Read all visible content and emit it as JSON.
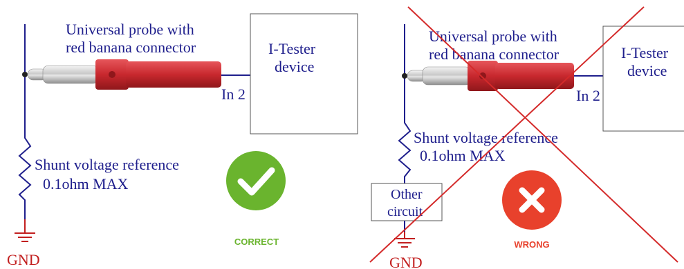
{
  "correct_panel": {
    "probe_label_line1": "Universal probe with",
    "probe_label_line2": "red banana connector",
    "device_line1": "I-Tester",
    "device_line2": "device",
    "input_label": "In 2",
    "shunt_line1": "Shunt voltage reference",
    "shunt_line2": "0.1ohm MAX",
    "ground_label": "GND",
    "status_label": "CORRECT",
    "status_icon": "check-icon"
  },
  "wrong_panel": {
    "probe_label_line1": "Universal probe with",
    "probe_label_line2": "red banana connector",
    "device_line1": "I-Tester",
    "device_line2": "device",
    "input_label": "In 2",
    "shunt_line1": "Shunt voltage reference",
    "shunt_line2": "0.1ohm MAX",
    "other_line1": "Other",
    "other_line2": "circuit",
    "ground_label": "GND",
    "status_label": "WRONG",
    "status_icon": "cross-icon"
  },
  "colors": {
    "wire": "#1e1e8c",
    "label_text": "#1e1e8c",
    "ground": "#c21f1f",
    "probe_red": "#c8282e",
    "correct_green": "#6ab42e",
    "wrong_red": "#e8412c",
    "strike_red": "#d42a2a"
  }
}
